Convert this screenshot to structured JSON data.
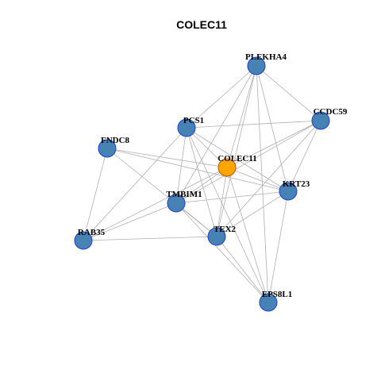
{
  "title": "COLEC11",
  "colors": {
    "node_fill": "#4682B4",
    "node_stroke": "#1f3fcf",
    "center_fill": "#FFA500",
    "center_stroke": "#b35a00",
    "edge": "#b0b0b0"
  },
  "nodes": [
    {
      "id": "PLEKHA4",
      "label": "PLEKHA4",
      "center": false
    },
    {
      "id": "CCDC59",
      "label": "CCDC59",
      "center": false
    },
    {
      "id": "PCS1",
      "label": "PCS1",
      "center": false
    },
    {
      "id": "FNDC8",
      "label": "FNDC8",
      "center": false
    },
    {
      "id": "COLEC11",
      "label": "COLEC11",
      "center": true
    },
    {
      "id": "KRT23",
      "label": "KRT23",
      "center": false
    },
    {
      "id": "TMBIM1",
      "label": "TMBIM1",
      "center": false
    },
    {
      "id": "RAB35",
      "label": "RAB35",
      "center": false
    },
    {
      "id": "TEX2",
      "label": "TEX2",
      "center": false
    },
    {
      "id": "EPS8L1",
      "label": "EPS8L1",
      "center": false
    }
  ],
  "edges": [
    [
      "PLEKHA4",
      "PCS1"
    ],
    [
      "PLEKHA4",
      "CCDC59"
    ],
    [
      "PLEKHA4",
      "COLEC11"
    ],
    [
      "PLEKHA4",
      "KRT23"
    ],
    [
      "PLEKHA4",
      "TMBIM1"
    ],
    [
      "PLEKHA4",
      "TEX2"
    ],
    [
      "PLEKHA4",
      "EPS8L1"
    ],
    [
      "CCDC59",
      "PCS1"
    ],
    [
      "CCDC59",
      "COLEC11"
    ],
    [
      "CCDC59",
      "KRT23"
    ],
    [
      "CCDC59",
      "TMBIM1"
    ],
    [
      "CCDC59",
      "TEX2"
    ],
    [
      "PCS1",
      "COLEC11"
    ],
    [
      "PCS1",
      "KRT23"
    ],
    [
      "PCS1",
      "TMBIM1"
    ],
    [
      "PCS1",
      "TEX2"
    ],
    [
      "PCS1",
      "EPS8L1"
    ],
    [
      "PCS1",
      "RAB35"
    ],
    [
      "FNDC8",
      "COLEC11"
    ],
    [
      "FNDC8",
      "KRT23"
    ],
    [
      "FNDC8",
      "TEX2"
    ],
    [
      "FNDC8",
      "RAB35"
    ],
    [
      "COLEC11",
      "RAB35"
    ],
    [
      "COLEC11",
      "TMBIM1"
    ],
    [
      "COLEC11",
      "KRT23"
    ],
    [
      "COLEC11",
      "TEX2"
    ],
    [
      "COLEC11",
      "EPS8L1"
    ],
    [
      "KRT23",
      "TMBIM1"
    ],
    [
      "KRT23",
      "TEX2"
    ],
    [
      "KRT23",
      "EPS8L1"
    ],
    [
      "TMBIM1",
      "RAB35"
    ],
    [
      "TMBIM1",
      "TEX2"
    ],
    [
      "TMBIM1",
      "EPS8L1"
    ],
    [
      "RAB35",
      "TEX2"
    ],
    [
      "TEX2",
      "EPS8L1"
    ]
  ]
}
